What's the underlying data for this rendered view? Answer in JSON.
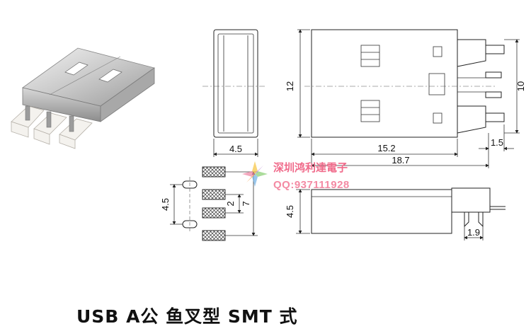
{
  "title": "USB A公  鱼叉型 SMT 式",
  "watermark": {
    "line1": "深圳鸿利達電子",
    "line2": "QQ:937111928"
  },
  "dimensions": {
    "front_height": "12",
    "pin_span": "10",
    "body_length": "15.2",
    "total_length": "18.7",
    "pin_tail": "1.5",
    "front_width": "4.5",
    "pad_pitch_outer": "4.5",
    "pad_pitch_inner": "2",
    "pad_span": "7",
    "side_height": "4.5",
    "side_pin": "1.9"
  },
  "colors": {
    "line": "#222222",
    "watermark": "#f06a8a"
  }
}
